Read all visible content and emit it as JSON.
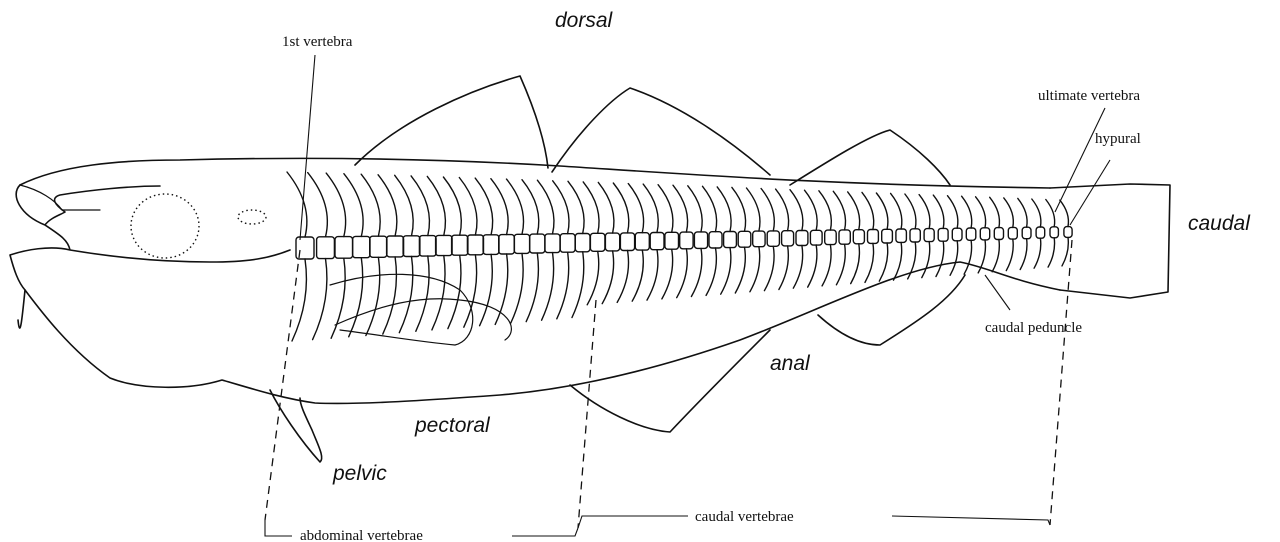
{
  "fins": {
    "dorsal": "dorsal",
    "caudal": "caudal",
    "anal": "anal",
    "pectoral": "pectoral",
    "pelvic": "pelvic"
  },
  "structures": {
    "first_vertebra": "1st vertebra",
    "ultimate_vertebra": "ultimate vertebra",
    "hypural": "hypural",
    "caudal_peduncle": "caudal peduncle"
  },
  "regions": {
    "abdominal_vertebrae": "abdominal vertebrae",
    "caudal_vertebrae": "caudal vertebrae"
  }
}
